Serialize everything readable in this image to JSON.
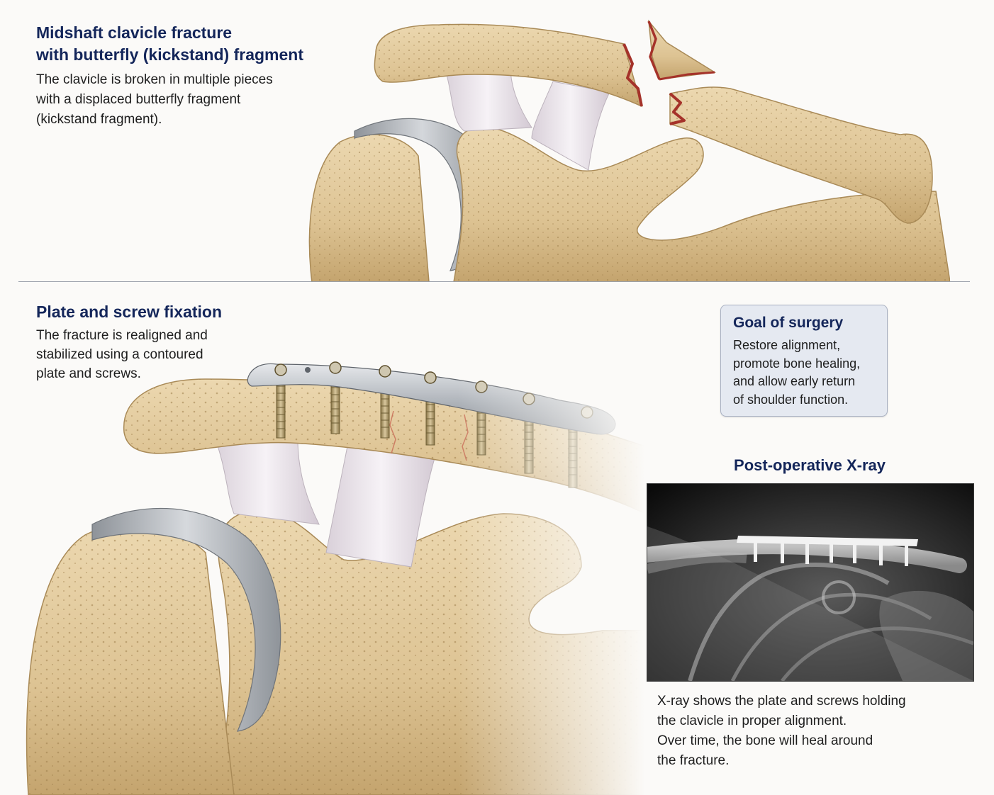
{
  "top_panel": {
    "title_lines": [
      "Midshaft clavicle fracture",
      "with butterfly (kickstand) fragment"
    ],
    "description_lines": [
      "The clavicle is broken in multiple pieces",
      "with a displaced butterfly fragment",
      "(kickstand fragment)."
    ]
  },
  "bottom_panel": {
    "title": "Plate and screw fixation",
    "description_lines": [
      "The fracture is realigned and",
      "stabilized using a contoured",
      "plate and screws."
    ]
  },
  "goal_box": {
    "title": "Goal of surgery",
    "lines": [
      "Restore alignment,",
      "promote bone healing,",
      "and allow early return",
      "of shoulder function."
    ]
  },
  "xray": {
    "title": "Post-operative X-ray",
    "caption_lines": [
      "X-ray shows the plate and screws holding",
      "the clavicle in proper alignment.",
      "Over time, the bone will heal around",
      "the fracture."
    ]
  },
  "colors": {
    "title_navy": "#14265a",
    "bone": "#e2c99c",
    "bone_shadow": "#b8955e",
    "cartilage": "#a9adb3",
    "ligament": "#ece6ec",
    "fracture_red": "#a5322a",
    "plate_metal": "#b9bdc2",
    "screw_gold": "#b39b68"
  }
}
